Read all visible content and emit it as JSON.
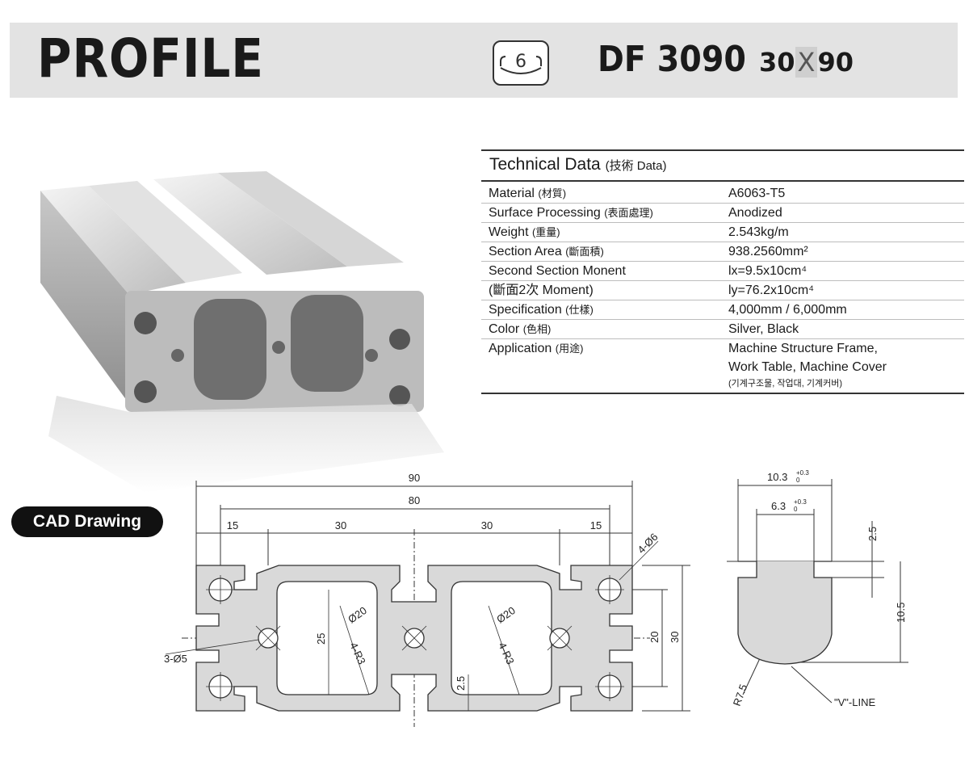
{
  "header": {
    "title": "PROFILE",
    "model": "DF 3090",
    "dim_a": "30",
    "dim_x": "X",
    "dim_b": "90",
    "badge_glyph": "6"
  },
  "technical": {
    "title": "Technical Data",
    "title_sub": "(技術 Data)",
    "rows": [
      {
        "label": "Material",
        "label_sub": "(材質)",
        "value": "A6063-T5"
      },
      {
        "label": "Surface Processing",
        "label_sub": "(表面處理)",
        "value": "Anodized"
      },
      {
        "label": "Weight",
        "label_sub": "(重量)",
        "value": "2.543kg/m"
      },
      {
        "label": "Section Area",
        "label_sub": "(斷面積)",
        "value": "938.2560mm²"
      },
      {
        "label": "Second Section Monent",
        "label_sub": "",
        "value": "lx=9.5x10cm⁴"
      },
      {
        "label": "(斷面2次 Moment)",
        "label_sub": "",
        "value": "ly=76.2x10cm⁴"
      },
      {
        "label": "Specification",
        "label_sub": "(仕樣)",
        "value": "4,000mm / 6,000mm"
      },
      {
        "label": "Color",
        "label_sub": "(色相)",
        "value": "Silver, Black"
      },
      {
        "label": "Application",
        "label_sub": "(用途)",
        "value": "Machine Structure Frame,"
      },
      {
        "label": "",
        "label_sub": "",
        "value": "Work Table, Machine Cover"
      }
    ],
    "application_note": "(기계구조물, 작업대, 기계커버)"
  },
  "cad": {
    "label": "CAD Drawing",
    "dims": {
      "overall": "90",
      "inner": "80",
      "seg1": "15",
      "seg2": "30",
      "seg3": "30",
      "seg4": "15",
      "holes": "4-Ø6",
      "center_holes": "3-Ø5",
      "bore1": "Ø20",
      "bore2": "Ø20",
      "radius1": "4-R3",
      "radius2": "4-R3",
      "height_25": "25",
      "height_20": "20",
      "height_30": "30",
      "wall_25": "2.5"
    }
  },
  "slot": {
    "top_width": "10.3",
    "top_tol": "+0.3",
    "top_tol0": "0",
    "inner_width": "6.3",
    "inner_tol": "+0.3",
    "inner_tol0": "0",
    "lip": "2.5",
    "depth": "10.5",
    "radius": "R7.5",
    "vline": "\"V\"-LINE"
  },
  "colors": {
    "header_bg": "#e3e3e3",
    "pill_bg": "#111111",
    "profile_fill": "#d9d9d9",
    "line": "#333333"
  }
}
